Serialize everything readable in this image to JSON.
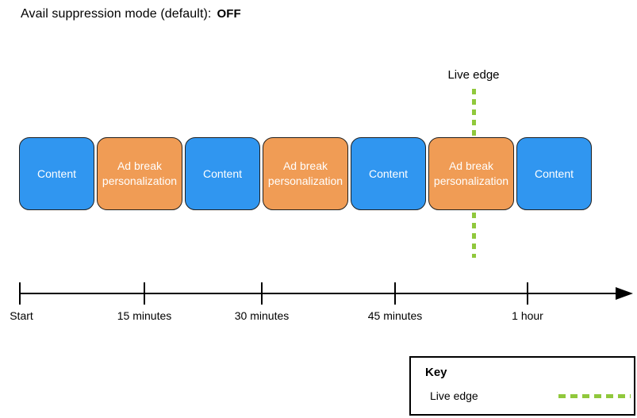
{
  "title": {
    "text": "Avail suppression mode (default):",
    "value": "OFF"
  },
  "live_edge": {
    "label": "Live edge"
  },
  "blocks": [
    {
      "label": "Content",
      "type": "content"
    },
    {
      "label": "Ad break personalization",
      "type": "ad-break"
    },
    {
      "label": "Content",
      "type": "content"
    },
    {
      "label": "Ad break personalization",
      "type": "ad-break"
    },
    {
      "label": "Content",
      "type": "content"
    },
    {
      "label": "Ad break personalization",
      "type": "ad-break"
    },
    {
      "label": "Content",
      "type": "content"
    }
  ],
  "timeline": {
    "tick_labels": [
      "Start",
      "15 minutes",
      "30 minutes",
      "45 minutes",
      "1 hour"
    ]
  },
  "key": {
    "title": "Key",
    "items": [
      {
        "label": "Live edge",
        "swatch": "dashed-green-line"
      }
    ]
  },
  "colors": {
    "content_block": "#3096F0",
    "ad_break_block": "#F09C55",
    "live_edge": "#90C83C",
    "block_border": "#1f1f1f"
  }
}
